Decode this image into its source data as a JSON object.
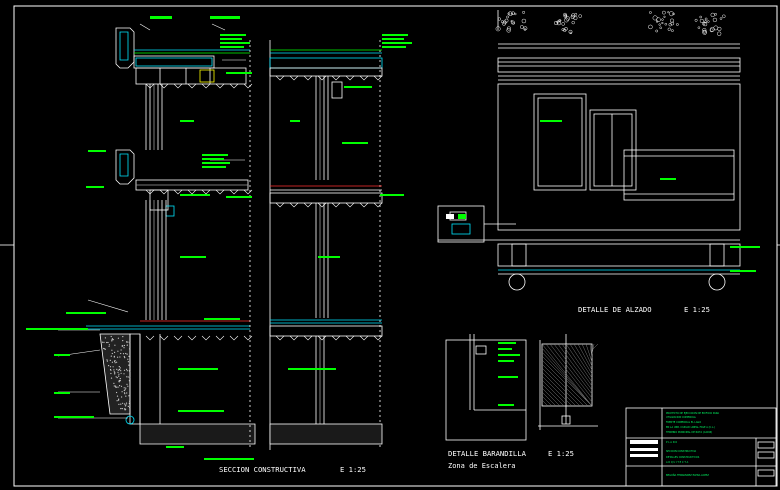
{
  "drawing": {
    "titles": {
      "seccion": "SECCION CONSTRUCTIVA",
      "seccion_scale": "E  1:25",
      "alzado": "DETALLE DE ALZADO",
      "alzado_scale": "E  1:25",
      "barandilla": "DETALLE BARANDILLA",
      "barandilla_scale": "E  1:25",
      "barandilla_sub": "Zona de Escalera"
    },
    "title_block": {
      "project_lines": [
        "PROYECTO DE EJECUCION DE EDIFICIO PARA",
        "UTILIZACION COMERCIAL",
        "FRENTE COMERCIAL EL LAGO",
        "EN LA URB. CIUDAD LINEAL FASE A (C.L.)",
        "TERMINO MUNICIPAL DE ROTA   (CADIZ)"
      ],
      "plan_header": "P L A N O",
      "plan_lines": [
        "SECCION CONSTRUCTIVA",
        "DETALLES CONSTRUCTIVOS"
      ],
      "architect_header": "A R Q U I T E C T A",
      "architect_name": "BEGOÑA FERNANDEZ  ELENA LOPEZ"
    },
    "colors": {
      "background": "#000000",
      "frame": "#ffffff",
      "lines_primary": "#ffffff",
      "cyan": "#00e5ff",
      "green": "#00ff00",
      "red": "#ff3030",
      "yellow": "#ffff00",
      "grey": "#9a9a9a"
    }
  }
}
